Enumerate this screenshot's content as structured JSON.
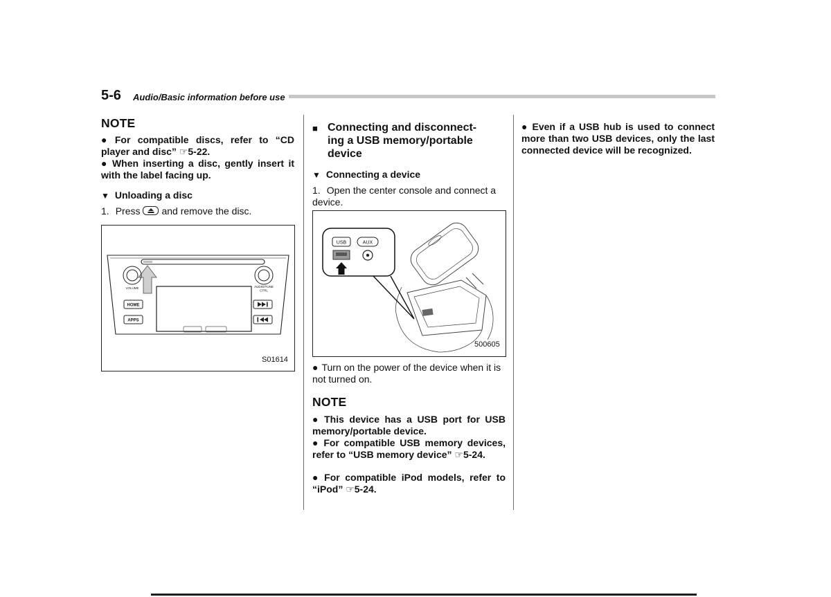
{
  "glyphs": {
    "bullet": "●",
    "triangle": "▼",
    "square": "■"
  },
  "header": {
    "section_number": "5-6",
    "section_title": "Audio/Basic information before use"
  },
  "left_column": {
    "note_heading": "NOTE",
    "bullets": [
      "For compatible discs, refer to “CD player and disc” ☞5-22.",
      "When inserting a disc, gently insert it with the label facing up."
    ],
    "sub_heading": "Unloading a disc",
    "step_number": "1.",
    "step_before_icon": "Press",
    "step_after_icon": "and remove the disc.",
    "figure": {
      "caption": "S01614",
      "home_label": "HOME",
      "apps_label": "APPS",
      "volume_label": "VOLUME",
      "audio_label": "AUDIO/TUNE",
      "audio_label2": "CTRL"
    }
  },
  "middle_column": {
    "heading_lines": [
      "Connecting and disconnect-",
      "ing a USB memory/portable",
      "device"
    ],
    "sub_heading": "Connecting a device",
    "step_number": "1.",
    "step_text": "Open the center console and connect a device.",
    "figure": {
      "caption": "500605",
      "usb_label": "USB",
      "aux_label": "AUX"
    },
    "bullet_after_figure": "Turn on the power of the device when it is not turned on.",
    "note_heading": "NOTE",
    "note_bullets": [
      "This device has a USB port for USB memory/portable device.",
      "For compatible USB memory devices, refer to “USB memory device” ☞5-24.",
      "For compatible iPod models, refer to “iPod” ☞5-24."
    ]
  },
  "right_column": {
    "bullet": "Even if a USB hub is used to connect more than two USB devices, only the last connected device will be recognized."
  }
}
